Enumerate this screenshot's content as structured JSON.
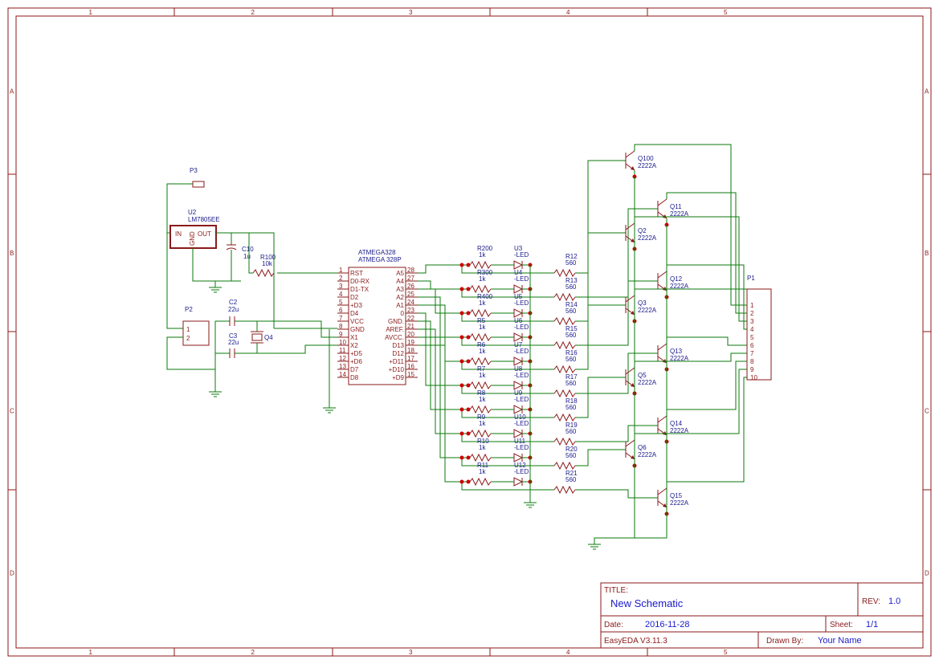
{
  "zones": {
    "columns": [
      "1",
      "2",
      "3",
      "4",
      "5"
    ],
    "rows": [
      "A",
      "B",
      "C",
      "D"
    ]
  },
  "title_block": {
    "title_label": "TITLE:",
    "title": "New Schematic",
    "rev_label": "REV:",
    "rev": "1.0",
    "date_label": "Date:",
    "date": "2016-11-28",
    "sheet_label": "Sheet:",
    "sheet": "1/1",
    "software": "EasyEDA V3.11.3",
    "drawn_by_label": "Drawn By:",
    "drawn_by": "Your Name"
  },
  "components": {
    "p3": "P3",
    "u2_ref": "U2",
    "u2_value": "LM7805EE",
    "u2_in": "IN",
    "u2_gnd": "GND",
    "u2_out": "OUT",
    "c10_ref": "C10",
    "c10_value": "1u",
    "r100_ref": "R100",
    "r100_value": "10k",
    "p2": "P2",
    "c2_ref": "C2",
    "c2_value": "22u",
    "c3_ref": "C3",
    "c3_value": "22u",
    "q4": "Q4",
    "mcu_name": "ATMEGA328",
    "mcu_value": "ATMEGA 328P",
    "p1": "P1"
  },
  "mcu_left_pins": [
    {
      "num": "1",
      "name": "RST"
    },
    {
      "num": "2",
      "name": "D0-RX"
    },
    {
      "num": "3",
      "name": "D1-TX"
    },
    {
      "num": "4",
      "name": "D2"
    },
    {
      "num": "5",
      "name": "+D3"
    },
    {
      "num": "6",
      "name": "D4"
    },
    {
      "num": "7",
      "name": "VCC"
    },
    {
      "num": "8",
      "name": "GND"
    },
    {
      "num": "9",
      "name": "X1"
    },
    {
      "num": "10",
      "name": "X2"
    },
    {
      "num": "11",
      "name": "+D5"
    },
    {
      "num": "12",
      "name": "+D6"
    },
    {
      "num": "13",
      "name": "D7"
    },
    {
      "num": "14",
      "name": "D8"
    }
  ],
  "mcu_right_pins": [
    {
      "num": "28",
      "name": "A5"
    },
    {
      "num": "27",
      "name": "A4"
    },
    {
      "num": "26",
      "name": "A3"
    },
    {
      "num": "25",
      "name": "A2"
    },
    {
      "num": "24",
      "name": "A1"
    },
    {
      "num": "23",
      "name": "0"
    },
    {
      "num": "22",
      "name": "GND."
    },
    {
      "num": "21",
      "name": "AREF."
    },
    {
      "num": "20",
      "name": "AVCC."
    },
    {
      "num": "19",
      "name": "D13"
    },
    {
      "num": "18",
      "name": "D12"
    },
    {
      "num": "17",
      "name": "+D11"
    },
    {
      "num": "16",
      "name": "+D10"
    },
    {
      "num": "15",
      "name": "+D9"
    }
  ],
  "led_resistors": [
    {
      "ref": "R200",
      "value": "1k"
    },
    {
      "ref": "R300",
      "value": "1k"
    },
    {
      "ref": "R400",
      "value": "1k"
    },
    {
      "ref": "R5",
      "value": "1k"
    },
    {
      "ref": "R6",
      "value": "1k"
    },
    {
      "ref": "R7",
      "value": "1k"
    },
    {
      "ref": "R8",
      "value": "1k"
    },
    {
      "ref": "R9",
      "value": "1k"
    },
    {
      "ref": "R10",
      "value": "1k"
    },
    {
      "ref": "R11",
      "value": "1k"
    }
  ],
  "leds": [
    {
      "ref": "U3",
      "value": "-LED"
    },
    {
      "ref": "U4",
      "value": "-LED"
    },
    {
      "ref": "U5",
      "value": "-LED"
    },
    {
      "ref": "U6",
      "value": "-LED"
    },
    {
      "ref": "U7",
      "value": "-LED"
    },
    {
      "ref": "U8",
      "value": "-LED"
    },
    {
      "ref": "U9",
      "value": "-LED"
    },
    {
      "ref": "U10",
      "value": "-LED"
    },
    {
      "ref": "U11",
      "value": "-LED"
    },
    {
      "ref": "U12",
      "value": "-LED"
    }
  ],
  "base_resistors": [
    {
      "ref": "R12",
      "value": "560"
    },
    {
      "ref": "R13",
      "value": "560"
    },
    {
      "ref": "R14",
      "value": "560"
    },
    {
      "ref": "R15",
      "value": "560"
    },
    {
      "ref": "R16",
      "value": "560"
    },
    {
      "ref": "R17",
      "value": "560"
    },
    {
      "ref": "R18",
      "value": "560"
    },
    {
      "ref": "R19",
      "value": "560"
    },
    {
      "ref": "R20",
      "value": "560"
    },
    {
      "ref": "R21",
      "value": "560"
    }
  ],
  "transistors": [
    {
      "ref": "Q100",
      "value": "2222A"
    },
    {
      "ref": "Q11",
      "value": "2222A"
    },
    {
      "ref": "Q2",
      "value": "2222A"
    },
    {
      "ref": "Q12",
      "value": "2222A"
    },
    {
      "ref": "Q3",
      "value": "2222A"
    },
    {
      "ref": "Q13",
      "value": "2222A"
    },
    {
      "ref": "Q5",
      "value": "2222A"
    },
    {
      "ref": "Q14",
      "value": "2222A"
    },
    {
      "ref": "Q6",
      "value": "2222A"
    },
    {
      "ref": "Q15",
      "value": "2222A"
    }
  ],
  "p1_pins": [
    "1",
    "2",
    "3",
    "4",
    "5",
    "6",
    "7",
    "8",
    "9",
    "10"
  ]
}
